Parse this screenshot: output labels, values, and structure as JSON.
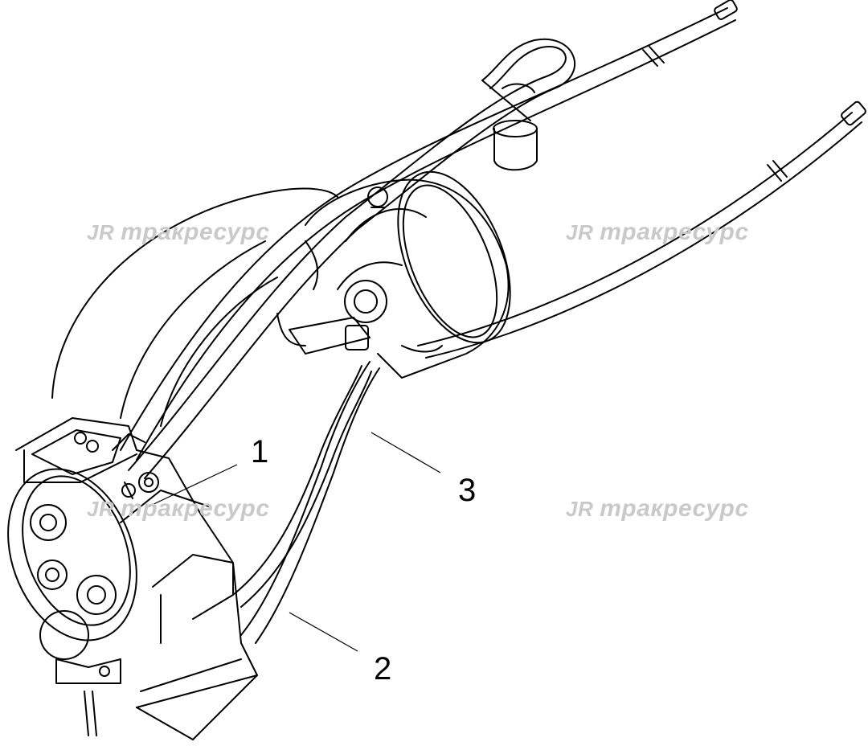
{
  "callouts": [
    {
      "id": "1",
      "label": "1"
    },
    {
      "id": "2",
      "label": "2"
    },
    {
      "id": "3",
      "label": "3"
    }
  ],
  "watermark": {
    "logo": "JR",
    "text": "тракресурс",
    "color": "#c9c9c9"
  },
  "colors": {
    "line": "#000000",
    "background": "#ffffff"
  }
}
